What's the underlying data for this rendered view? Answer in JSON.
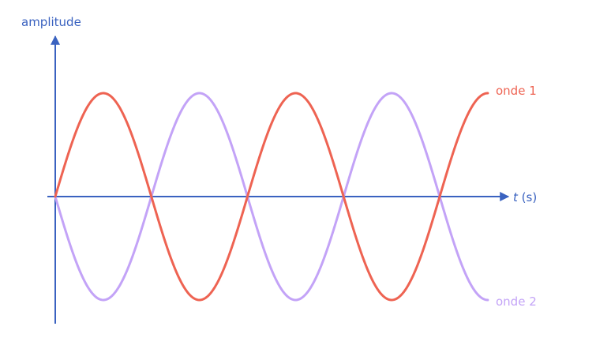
{
  "chart_data": {
    "type": "line",
    "title": "",
    "ylabel": "amplitude",
    "xlabel_var": "t",
    "xlabel_unit": "(s)",
    "x_range_periods": [
      0,
      2.25
    ],
    "ylim": [
      -1,
      1
    ],
    "grid": false,
    "series": [
      {
        "name": "onde 1",
        "function": "sin",
        "amplitude": 1,
        "phase_sign": 1,
        "color": "#ee6352"
      },
      {
        "name": "onde 2",
        "function": "sin",
        "amplitude": 1,
        "phase_sign": -1,
        "color": "#c3a3f7"
      }
    ]
  },
  "colors": {
    "axis": "#3a62c0"
  }
}
